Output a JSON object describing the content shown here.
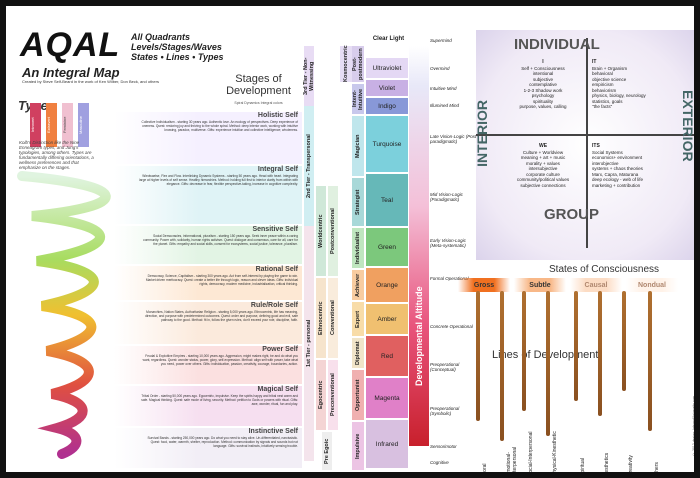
{
  "header": {
    "title": "AQAL",
    "subtitle": "An Integral Map",
    "credit": "Created by Steve Self-Beard in the work of Ken Wilber, Don Beck, and others",
    "tagline_1": "All Quadrants",
    "tagline_2": "Levels/Stages/Waves",
    "tagline_3": "States • Lines • Types"
  },
  "types": {
    "title": "Types",
    "bars": [
      "Introvert",
      "Extravert",
      "Feminine",
      "Masculine"
    ],
    "bar_colors": [
      "#d04060",
      "#f08040",
      "#f0c0d0",
      "#a0a0e0"
    ],
    "text": "Kolb's Distinction like the Nine Enneagram types, and Jung's typologies, among others. Types are fundamentally differing orientations, a wellness preferences and that emphasize on the stages."
  },
  "stages_header": {
    "title": "Stages of Development",
    "sub": "Spiral Dynamics Integral colors"
  },
  "stages": [
    {
      "name": "Holistic Self",
      "color": "#f5f0ff",
      "desc": "Collective Individualism - starting 30 years ago. Authentic love. An ecology of perspectives. Deep experience of oneness. Quest: restoring joy and thriving to the whole spiral. Method: deep interior work, working with intuitive knowing, paradox, multiverse. Gifts: experience intuition and collective intelligence; wholeness."
    },
    {
      "name": "Integral Self",
      "color": "#dff3f6",
      "desc": "Wiedwaelse, Flex and Flow. Interlinking Dynamic Systems - starting 50 years ago. Head with heart. Integrating large at higher levels of self sense. Healthy hierarchies. Method: holding full first to interior clarity from within with elegance. Gifts: decrease in fear, flexible perspective-taking, increase in cognitive complexity."
    },
    {
      "name": "Sensitive Self",
      "color": "#e2f4e4",
      "desc": "Social Democracies, informational, pluralism - starting 150 years ago. Seek inner peace within a caring community. Power with, solidarity, human rights activism. Quest: dialogue and consensus, care for all, care for the planet. Gifts: empathy and social skills, consent for ecosystems, social justice, tolerance, pluralism."
    },
    {
      "name": "Rational Self",
      "color": "#fde8d4",
      "desc": "Democracy, Science, Capitalism - starting 300 years ago. Act from self-interest by playing the game to win. Market driven meritocracy. Quest: create a better life through logic, reason and clever ideas. Gifts: individual rights, democracy, modern medicine, industrialization, critical thinking."
    },
    {
      "name": "Rule/Role Self",
      "color": "#fbeadc",
      "desc": "Monarchies, Nation States, Authoritarian Religion - starting 5,000 years ago. Ethnocentric, life has meaning, direction, and purpose with predetermined outcomes. Quest: order and purpose, defining good and evil, safe pathway to the good. Method: fit in, follow the given rules, don't exceed your role, discipline, faith."
    },
    {
      "name": "Power Self",
      "color": "#fbe0e0",
      "desc": "Feudal & Exploitive Empires - starting 10,000 years ago. Aggression, might makes right, be and do what you want, regardless. Quest: wonder status, power, glory, self-expression. Method: align self with power, take what you need, power over others. Gifts: individuation, passion, creativity, courage, boundaries, action."
    },
    {
      "name": "Magical Self",
      "color": "#f6dff0",
      "desc": "Tribal Order - starting 50,000 years ago. Egocentric, impulsive. Keep the spirits happy and tribal nest warm and safe. Magical thinking. Quest: safe mode of living, security. Method: petition to Gods or powers with ritual. Gifts: awe, wonder, ritual, fun and play."
    },
    {
      "name": "Instinctive Self",
      "color": "#f2eef6",
      "desc": "Survival Bands - starting 250,000 years ago. Do what you need to stay alive. Un-differentiated, narcissistic. Quest: food, water, warmth, shelter, reproduction. Method: communication by signals and sounds but not language. Gifts: survival instincts, intuitively sensing trouble."
    }
  ],
  "tiers": [
    "3rd Tier - Non-Witnessing",
    "2nd Tier - Transpersonal",
    "1st Tier - personal"
  ],
  "stage_labels": [
    "Kosmocentric",
    "Post-postmodern",
    "Intent-Intuitive",
    "Magician",
    "Strategist",
    "Individualist",
    "Achiever",
    "Expert",
    "Diplomat",
    "Opportunist",
    "Impulsive"
  ],
  "orientation": [
    "Worldcentric",
    "Postconventional",
    "Ethnocentric",
    "Conventional",
    "Egocentric",
    "Preconventional",
    "Pre Egoic"
  ],
  "color_bands": [
    {
      "name": "Clear Light",
      "color": "#ffffff"
    },
    {
      "name": "Ultraviolet",
      "color": "#e4d8f4"
    },
    {
      "name": "Violet",
      "color": "#c8b0e4"
    },
    {
      "name": "Indigo",
      "color": "#8898d8"
    },
    {
      "name": "Turquoise",
      "color": "#7cd0dc"
    },
    {
      "name": "Teal",
      "color": "#66b8b8"
    },
    {
      "name": "Green",
      "color": "#7cc87c"
    },
    {
      "name": "Orange",
      "color": "#f0a060"
    },
    {
      "name": "Amber",
      "color": "#f0c070"
    },
    {
      "name": "Red",
      "color": "#e06060"
    },
    {
      "name": "Magenta",
      "color": "#e080c8"
    },
    {
      "name": "Infrared",
      "color": "#d8c0e0"
    }
  ],
  "altitude_label": "Developmental Altitude",
  "levels": [
    "Supermind",
    "Overmind",
    "Intuitive Mind",
    "Illumined Mind",
    "Late Vision-Logic (Post-paradigmatic)",
    "Mid Vision-Logic (Paradigmatic)",
    "Early Vision-Logic (Meta-systematic)",
    "Formal Operational",
    "Concrete Operational",
    "Preoperational (Conceptual)",
    "Preoperational (Symbolic)",
    "Sensorimotor",
    "Cognitive"
  ],
  "quadrants": {
    "top": "INDIVIDUAL",
    "bottom": "GROUP",
    "left": "INTERIOR",
    "right": "EXTERIOR",
    "I": [
      "I",
      "Self + Consciousness",
      "intentional",
      "subjective",
      "contemplative",
      "1-2-3 Shadow work",
      "psychology",
      "spirituality",
      "purpose, values, calling"
    ],
    "IT": [
      "IT",
      "Brain + Organism",
      "behavioral",
      "objective science",
      "empiricism",
      "behaviorism",
      "physics, biology, neurology",
      "statistics, goals",
      "\"the facts\""
    ],
    "WE": [
      "WE",
      "Culture + Worldview",
      "meaning + art + music",
      "morality + values",
      "intersubjective",
      "corporate culture",
      "community/political values",
      "subjective connections"
    ],
    "ITS": [
      "ITS",
      "Social Systems",
      "economics+ environment",
      "interobjective",
      "systems + chaos theories",
      "Marx, Capra, Maturana",
      "deep ecology - web of life",
      "marketing + contribution"
    ]
  },
  "states": {
    "title": "States of Consciousness",
    "items": [
      {
        "name": "Gross",
        "color": "#f07020"
      },
      {
        "name": "Subtle",
        "color": "#f8b888"
      },
      {
        "name": "Causal",
        "color": "#fcdcc4"
      },
      {
        "name": "Nondual",
        "color": "#fff2e8"
      }
    ]
  },
  "lines": {
    "title": "Lines of Development",
    "items": [
      "Moral",
      "Emotional-Interpersonal",
      "Social-Interpersonal",
      "Physical-Kinesthetic",
      "Spiritual",
      "Aesthetics",
      "Creativity",
      "others"
    ]
  },
  "copyright": "© 2012 design: IntegralUniversity.com",
  "version": "ver 1.2"
}
